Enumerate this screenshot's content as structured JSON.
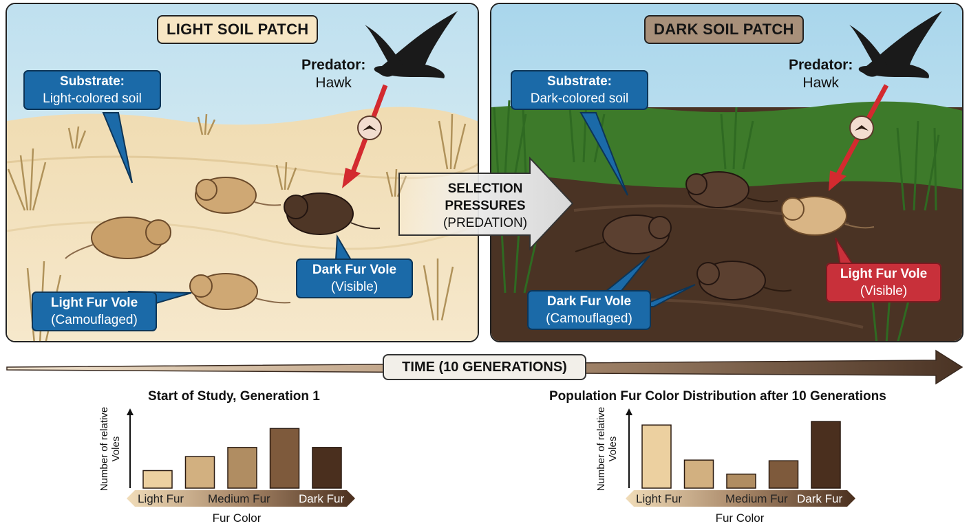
{
  "left_panel": {
    "title": "LIGHT SOIL PATCH",
    "predator_label": "Predator:",
    "predator_name": "Hawk",
    "substrate_label": "Substrate:",
    "substrate_value": "Light-colored soil",
    "camouflaged_name": "Light Fur Vole",
    "camouflaged_state": "(Camouflaged)",
    "visible_name": "Dark Fur Vole",
    "visible_state": "(Visible)"
  },
  "right_panel": {
    "title": "DARK SOIL PATCH",
    "predator_label": "Predator:",
    "predator_name": "Hawk",
    "substrate_label": "Substrate:",
    "substrate_value": "Dark-colored soil",
    "camouflaged_name": "Dark Fur Vole",
    "camouflaged_state": "(Camouflaged)",
    "visible_name": "Light Fur Vole",
    "visible_state": "(Visible)"
  },
  "selection": {
    "line1": "SELECTION",
    "line2": "PRESSURES",
    "line3": "(PREDATION)"
  },
  "timeline": {
    "label": "TIME (10 GENERATIONS)"
  },
  "colors": {
    "light_soil": "#f3e3c3",
    "dark_soil": "#4a3324",
    "callout_blue": "#1b6aa8",
    "callout_red": "#c8303a",
    "fur_scale": [
      "#ecd0a0",
      "#d2b080",
      "#b08d62",
      "#7e5a3c",
      "#4a2f1e"
    ]
  },
  "chart_data": [
    {
      "type": "bar",
      "title": "Start of Study, Generation 1",
      "xlabel": "Fur Color",
      "ylabel": "Number of relative Voles",
      "tick_labels": [
        "Light Fur",
        "Medium Fur",
        "Dark Fur"
      ],
      "categories": [
        "1",
        "2",
        "3",
        "4",
        "5"
      ],
      "values": [
        25,
        45,
        58,
        85,
        58
      ],
      "ylim": [
        0,
        100
      ]
    },
    {
      "type": "bar",
      "title": "Population Fur Color Distribution after 10 Generations",
      "xlabel": "Fur Color",
      "ylabel": "Number of relative Voles",
      "tick_labels": [
        "Light Fur",
        "Medium Fur",
        "Dark Fur"
      ],
      "categories": [
        "1",
        "2",
        "3",
        "4",
        "5"
      ],
      "values": [
        90,
        40,
        20,
        39,
        95
      ],
      "ylim": [
        0,
        100
      ]
    }
  ]
}
